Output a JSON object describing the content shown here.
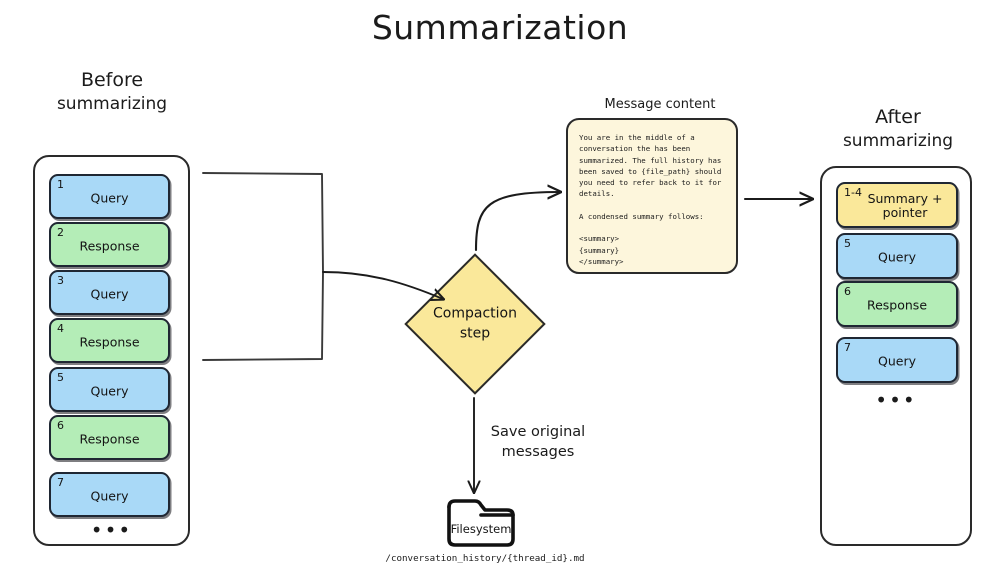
{
  "title": "Summarization",
  "colors": {
    "query": "#a9d9f7",
    "response": "#b4edb7",
    "summary": "#fae89a",
    "diamond": "#fae89a",
    "message_panel": "#fdf6dc",
    "stroke": "#2a2a2a",
    "background": "#ffffff"
  },
  "before": {
    "heading_line1": "Before",
    "heading_line2": "summarizing",
    "ellipsis": "•••",
    "messages": [
      {
        "index": "1",
        "label": "Query",
        "kind": "query"
      },
      {
        "index": "2",
        "label": "Response",
        "kind": "response"
      },
      {
        "index": "3",
        "label": "Query",
        "kind": "query"
      },
      {
        "index": "4",
        "label": "Response",
        "kind": "response"
      },
      {
        "index": "5",
        "label": "Query",
        "kind": "query"
      },
      {
        "index": "6",
        "label": "Response",
        "kind": "response"
      },
      {
        "index": "7",
        "label": "Query",
        "kind": "query"
      }
    ]
  },
  "after": {
    "heading_line1": "After",
    "heading_line2": "summarizing",
    "ellipsis": "•••",
    "messages": [
      {
        "index": "1-4",
        "label": "Summary +\npointer",
        "kind": "summary"
      },
      {
        "index": "5",
        "label": "Query",
        "kind": "query"
      },
      {
        "index": "6",
        "label": "Response",
        "kind": "response"
      },
      {
        "index": "7",
        "label": "Query",
        "kind": "query"
      }
    ]
  },
  "message_content": {
    "label": "Message content",
    "body": "You are in the middle of a\nconversation the has been\nsummarized. The full history has\nbeen saved to {file_path} should\nyou need to refer back to it for\ndetails.\n\nA condensed summary follows:\n\n<summary>\n{summary}\n</summary>"
  },
  "compaction": {
    "label_line1": "Compaction",
    "label_line2": "step"
  },
  "save_flow": {
    "label_line1": "Save original",
    "label_line2": "messages",
    "folder_label": "Filesystem",
    "file_path": "/conversation_history/{thread_id}.md"
  }
}
